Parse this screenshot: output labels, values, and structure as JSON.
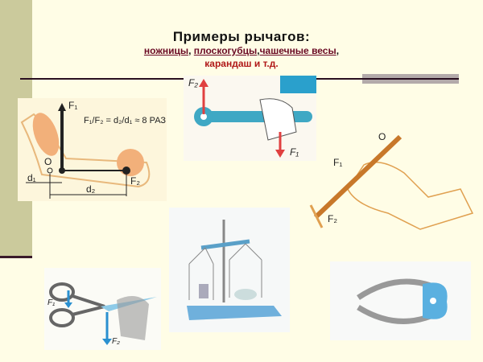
{
  "slide": {
    "title": "Примеры рычагов:",
    "subtitle_links": [
      "ножницы",
      "плоскогубцы",
      "чашечные весы"
    ],
    "subtitle_line2": "карандаш и т.д.",
    "sep_comma": ",",
    "colors": {
      "background": "#fffde6",
      "sidebar": "#cbca9c",
      "title": "#111111",
      "link": "#6a0a24",
      "accent": "#b01818"
    }
  },
  "figures": {
    "arm": {
      "f1": "F₁",
      "f2": "F₂",
      "o": "O",
      "d1": "d₁",
      "d2": "d₂",
      "formula": "F₁/F₂ = d₂/d₁ ≈ 8 РАЗ"
    },
    "wrench": {
      "f1": "F₁",
      "f2": "F₂"
    },
    "pencil": {
      "f1": "F₁",
      "f2": "F₂",
      "o": "O"
    },
    "scissors": {
      "f1": "F₁",
      "f2": "F₂"
    }
  }
}
